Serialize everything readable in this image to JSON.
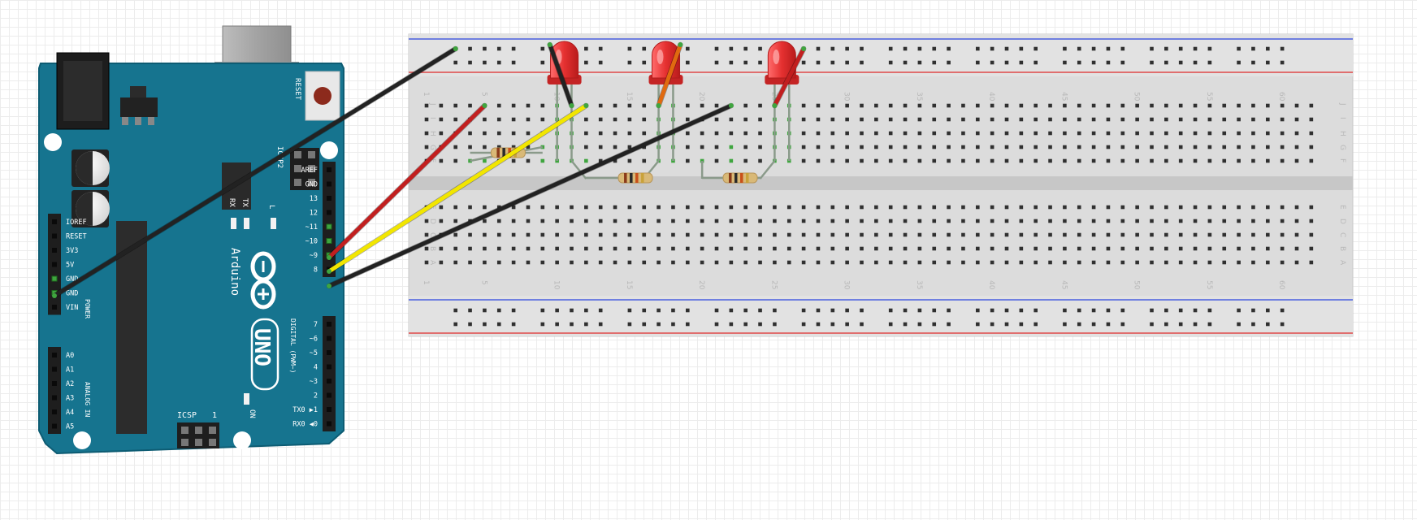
{
  "board": {
    "name": "Arduino",
    "model": "UNO",
    "reset_label": "RESET",
    "icsp_label": "ICSP",
    "icsp2_label": "ICSP2",
    "icsp_pin1_label": "1",
    "on_label": "ON",
    "tx_label": "TX",
    "rx_label": "RX",
    "l_label": "L",
    "power_section_label": "POWER",
    "analog_section_label": "ANALOG IN",
    "digital_section_label": "DIGITAL (PWM~)",
    "power_pins": [
      "IOREF",
      "RESET",
      "3V3",
      "5V",
      "GND",
      "GND",
      "VIN"
    ],
    "analog_pins": [
      "A0",
      "A1",
      "A2",
      "A3",
      "A4",
      "A5"
    ],
    "digital_high_pins": [
      "AREF",
      "GND",
      "13",
      "12",
      "~11",
      "~10",
      "~9",
      "8"
    ],
    "digital_low_pins": [
      "7",
      "~6",
      "~5",
      "4",
      "~3",
      "2",
      "TX0 ▶1",
      "RX0 ◀0"
    ],
    "colors": {
      "body": "#16748f",
      "body_edge": "#0d5c73",
      "header": "#1e1e1e"
    }
  },
  "breadboard": {
    "column_numbers": [
      "1",
      "5",
      "10",
      "15",
      "20",
      "25",
      "30",
      "35",
      "40",
      "45",
      "50",
      "55",
      "60"
    ],
    "row_letters_top": [
      "J",
      "I",
      "H",
      "G",
      "F"
    ],
    "row_letters_bottom": [
      "E",
      "D",
      "C",
      "B",
      "A"
    ],
    "colors": {
      "body": "#dcdcdc",
      "rail_blue": "#4a5fe0",
      "rail_red": "#e04848",
      "hole": "#303030",
      "active_hole": "#3fa53f"
    }
  },
  "components": {
    "leds": [
      {
        "name": "red LED 1",
        "color": "#e53030"
      },
      {
        "name": "red LED 2",
        "color": "#e53030"
      },
      {
        "name": "red LED 3",
        "color": "#e53030"
      }
    ],
    "resistors": [
      {
        "name": "resistor 1",
        "bands": [
          "#8a3a1a",
          "#2a2a2a",
          "#c8501a",
          "#c9a23a"
        ]
      },
      {
        "name": "resistor 2",
        "bands": [
          "#8a3a1a",
          "#2a2a2a",
          "#c8501a",
          "#c9a23a"
        ]
      },
      {
        "name": "resistor 3",
        "bands": [
          "#8a3a1a",
          "#2a2a2a",
          "#c8501a",
          "#c9a23a"
        ]
      }
    ],
    "wires": [
      {
        "name": "gnd-wire",
        "color": "#222222"
      },
      {
        "name": "pin11-wire",
        "color": "#c21f1f"
      },
      {
        "name": "pin10-wire",
        "color": "#f2e600"
      },
      {
        "name": "pin9-wire",
        "color": "#222222"
      },
      {
        "name": "led1-jumper",
        "color": "#222222"
      },
      {
        "name": "led2-jumper",
        "color": "#e06a10"
      },
      {
        "name": "led3-jumper",
        "color": "#c21f1f"
      }
    ]
  }
}
